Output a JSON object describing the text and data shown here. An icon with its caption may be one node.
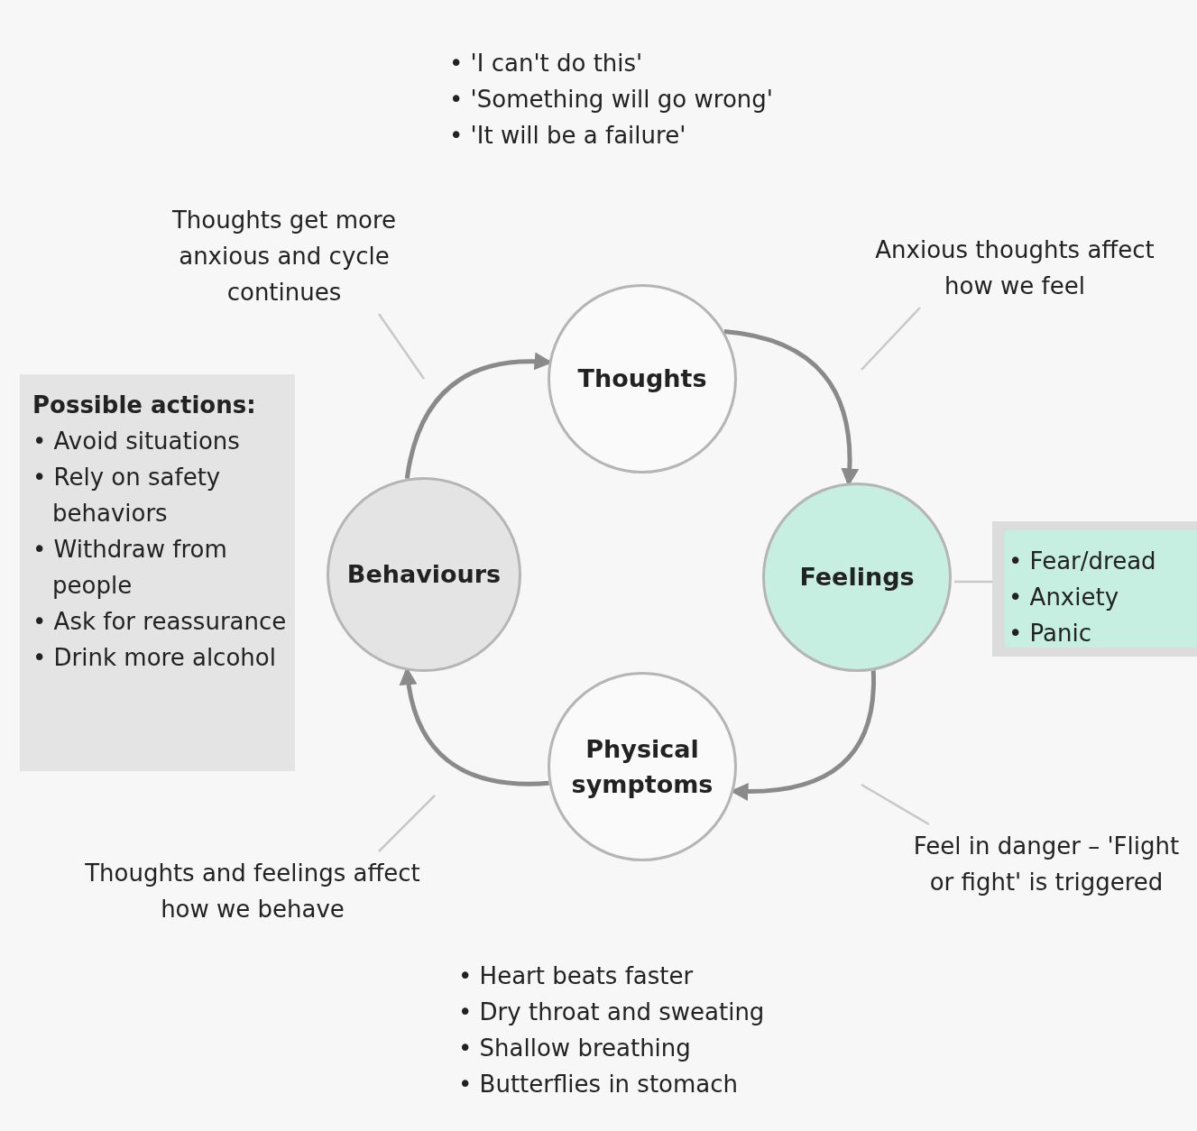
{
  "diagram": {
    "nodes": [
      {
        "text": [
          "Thoughts"
        ]
      },
      {
        "text": [
          "Feelings"
        ]
      },
      {
        "text": [
          "Physical symptoms"
        ]
      },
      {
        "text": [
          "Behaviours"
        ]
      },
      {
        "text": [
          "• Fear/dread",
          "• Anxiety",
          "• Panic"
        ]
      },
      {
        "text": [
          "Possible actions:",
          "• Avoid situations",
          "• Rely on safety behaviors",
          "• Withdraw from people",
          "• Ask for reassurance",
          "• Drink more alcohol"
        ]
      },
      {
        "text": [
          "Thoughts get more anxious and cycle continues"
        ]
      },
      {
        "text": [
          "Anxious thoughts affect how we feel"
        ]
      },
      {
        "text": [
          "Feel in danger – 'Flight or fight' is triggered"
        ]
      },
      {
        "text": [
          "Thoughts and feelings affect how we behave"
        ]
      }
    ],
    "edges": [
      {
        "from": 3,
        "to": 0,
        "arrow": "to",
        "style": "thick"
      },
      {
        "from": 0,
        "to": 1,
        "arrow": "to",
        "style": "thick"
      },
      {
        "from": 1,
        "to": 2,
        "arrow": "to",
        "style": "thick"
      },
      {
        "from": 2,
        "to": 3,
        "arrow": "to",
        "style": "thick"
      },
      {
        "from": 1,
        "to": 4,
        "arrow": "none"
      },
      {
        "from": 6,
        "to": null,
        "arrow": "none"
      },
      {
        "from": 7,
        "to": null,
        "arrow": "none"
      },
      {
        "from": 8,
        "to": null,
        "arrow": "none"
      },
      {
        "from": 9,
        "to": null,
        "arrow": "none"
      }
    ],
    "labels": [
      "• 'I can't do this'",
      "• 'Something will go wrong'",
      "• 'It will be a failure'",
      "• Heart beats faster",
      "• Dry throat and sweating",
      "• Shallow breathing",
      "• Butterflies in stomach"
    ]
  }
}
